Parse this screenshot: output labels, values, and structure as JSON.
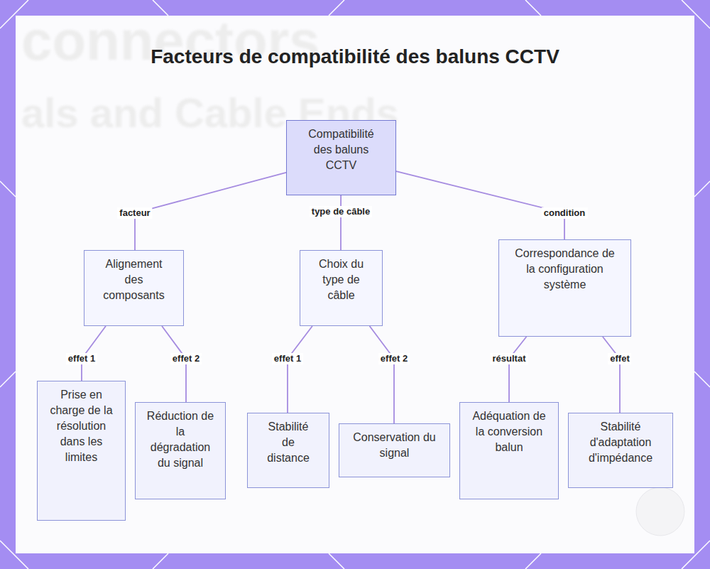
{
  "diagram": {
    "title": "Facteurs de compatibilité des baluns CCTV",
    "nodes": [
      {
        "text": [
          "Compatibilité des baluns CCTV"
        ]
      },
      {
        "text": [
          "Alignement des composants"
        ]
      },
      {
        "text": [
          "Choix du type de câble"
        ]
      },
      {
        "text": [
          "Correspondance de la configuration système"
        ]
      },
      {
        "text": [
          "Prise en charge de la résolution dans les limites"
        ]
      },
      {
        "text": [
          "Réduction de la dégradation du signal"
        ]
      },
      {
        "text": [
          "Stabilité de distance"
        ]
      },
      {
        "text": [
          "Conservation du signal"
        ]
      },
      {
        "text": [
          "Adéquation de la conversion balun"
        ]
      },
      {
        "text": [
          "Stabilité d'adaptation d'impédance"
        ]
      }
    ],
    "edges": [
      {
        "from": 0,
        "to": 1,
        "label": "facteur",
        "arrow": "none"
      },
      {
        "from": 0,
        "to": 2,
        "label": "type de câble",
        "arrow": "none"
      },
      {
        "from": 0,
        "to": 3,
        "label": "condition",
        "arrow": "none"
      },
      {
        "from": 1,
        "to": 4,
        "label": "effet 1",
        "arrow": "none"
      },
      {
        "from": 1,
        "to": 5,
        "label": "effet 2",
        "arrow": "none"
      },
      {
        "from": 2,
        "to": 6,
        "label": "effet 1",
        "arrow": "none"
      },
      {
        "from": 2,
        "to": 7,
        "label": "effet 2",
        "arrow": "none"
      },
      {
        "from": 3,
        "to": 8,
        "label": "résultat",
        "arrow": "none"
      },
      {
        "from": 3,
        "to": 9,
        "label": "effet",
        "arrow": "none"
      }
    ],
    "labels": [
      "connectors",
      "als and Cable Ends"
    ]
  }
}
